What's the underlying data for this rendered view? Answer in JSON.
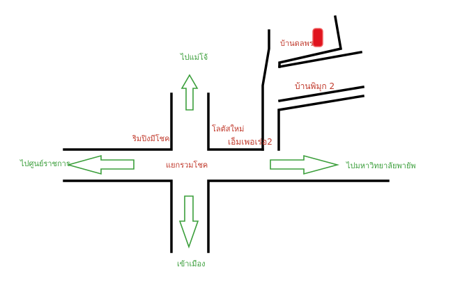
{
  "colors": {
    "road": "#000000",
    "arrow": "#3a9e3a",
    "label_red": "#c0392b",
    "label_green": "#3a9e3a",
    "house_marker": "#e0141e"
  },
  "landmarks": {
    "house_dolaporn": "บ้านดลพร",
    "house_phimuk2": "บ้านพิมุก 2",
    "rim_ping_mee_chok": "ริมปิงมีโชค",
    "lotus_new": "โลตัสใหม่",
    "mpro2": "เอ็มเพอเร่อ2",
    "intersection": "แยกรวมโชค"
  },
  "directions": {
    "to_mae_jo": "ไปแม่โจ้",
    "to_government_center": "ไปศูนย์ราชการ",
    "to_payap_university": "ไปมหาวิทยาลัยพายัพ",
    "to_city": "เข้าเมือง"
  }
}
